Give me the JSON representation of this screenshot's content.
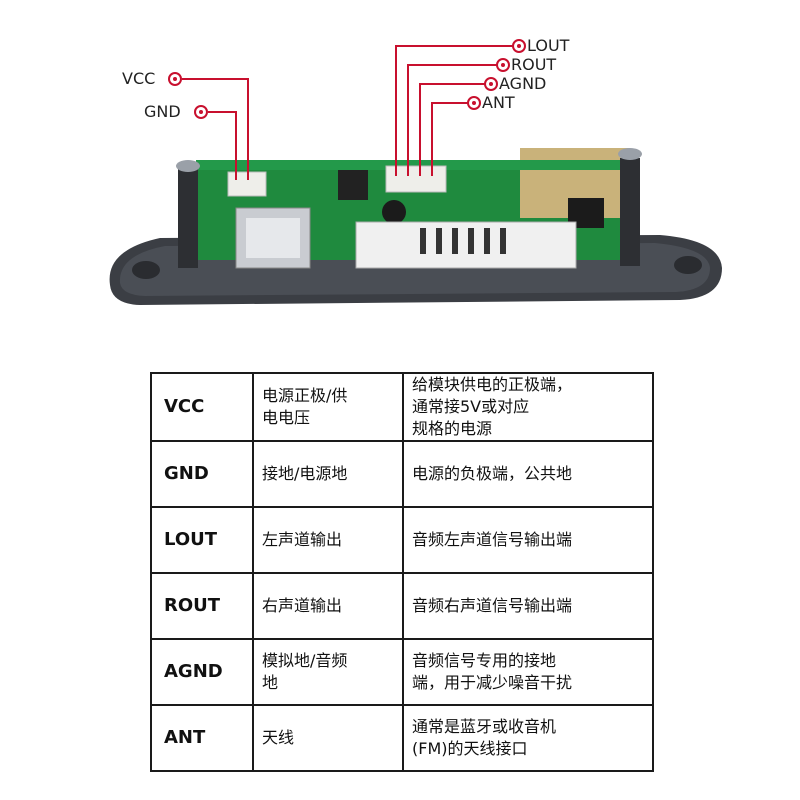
{
  "pin_labels": {
    "vcc": "VCC",
    "gnd": "GND",
    "lout": "LOUT",
    "rout": "ROUT",
    "agnd": "AGND",
    "ant": "ANT"
  },
  "table": {
    "rows": [
      {
        "pin": "VCC",
        "function": "电源正极/供\n电电压",
        "description": "给模块供电的正极端，\n通常接5V或对应\n规格的电源"
      },
      {
        "pin": "GND",
        "function": "接地/电源地",
        "description": "电源的负极端，公共地"
      },
      {
        "pin": "LOUT",
        "function": "左声道输出",
        "description": "音频左声道信号输出端"
      },
      {
        "pin": "ROUT",
        "function": "右声道输出",
        "description": "音频右声道信号输出端"
      },
      {
        "pin": "AGND",
        "function": "模拟地/音频\n地",
        "description": "音频信号专用的接地\n端，用于减少噪音干扰"
      },
      {
        "pin": "ANT",
        "function": "天线",
        "description": "通常是蓝牙或收音机\n(FM)的天线接口"
      }
    ]
  },
  "colors": {
    "pointer_line": "#c8102e",
    "pcb": "#1f8a3e",
    "panel": "#3a3d42"
  }
}
